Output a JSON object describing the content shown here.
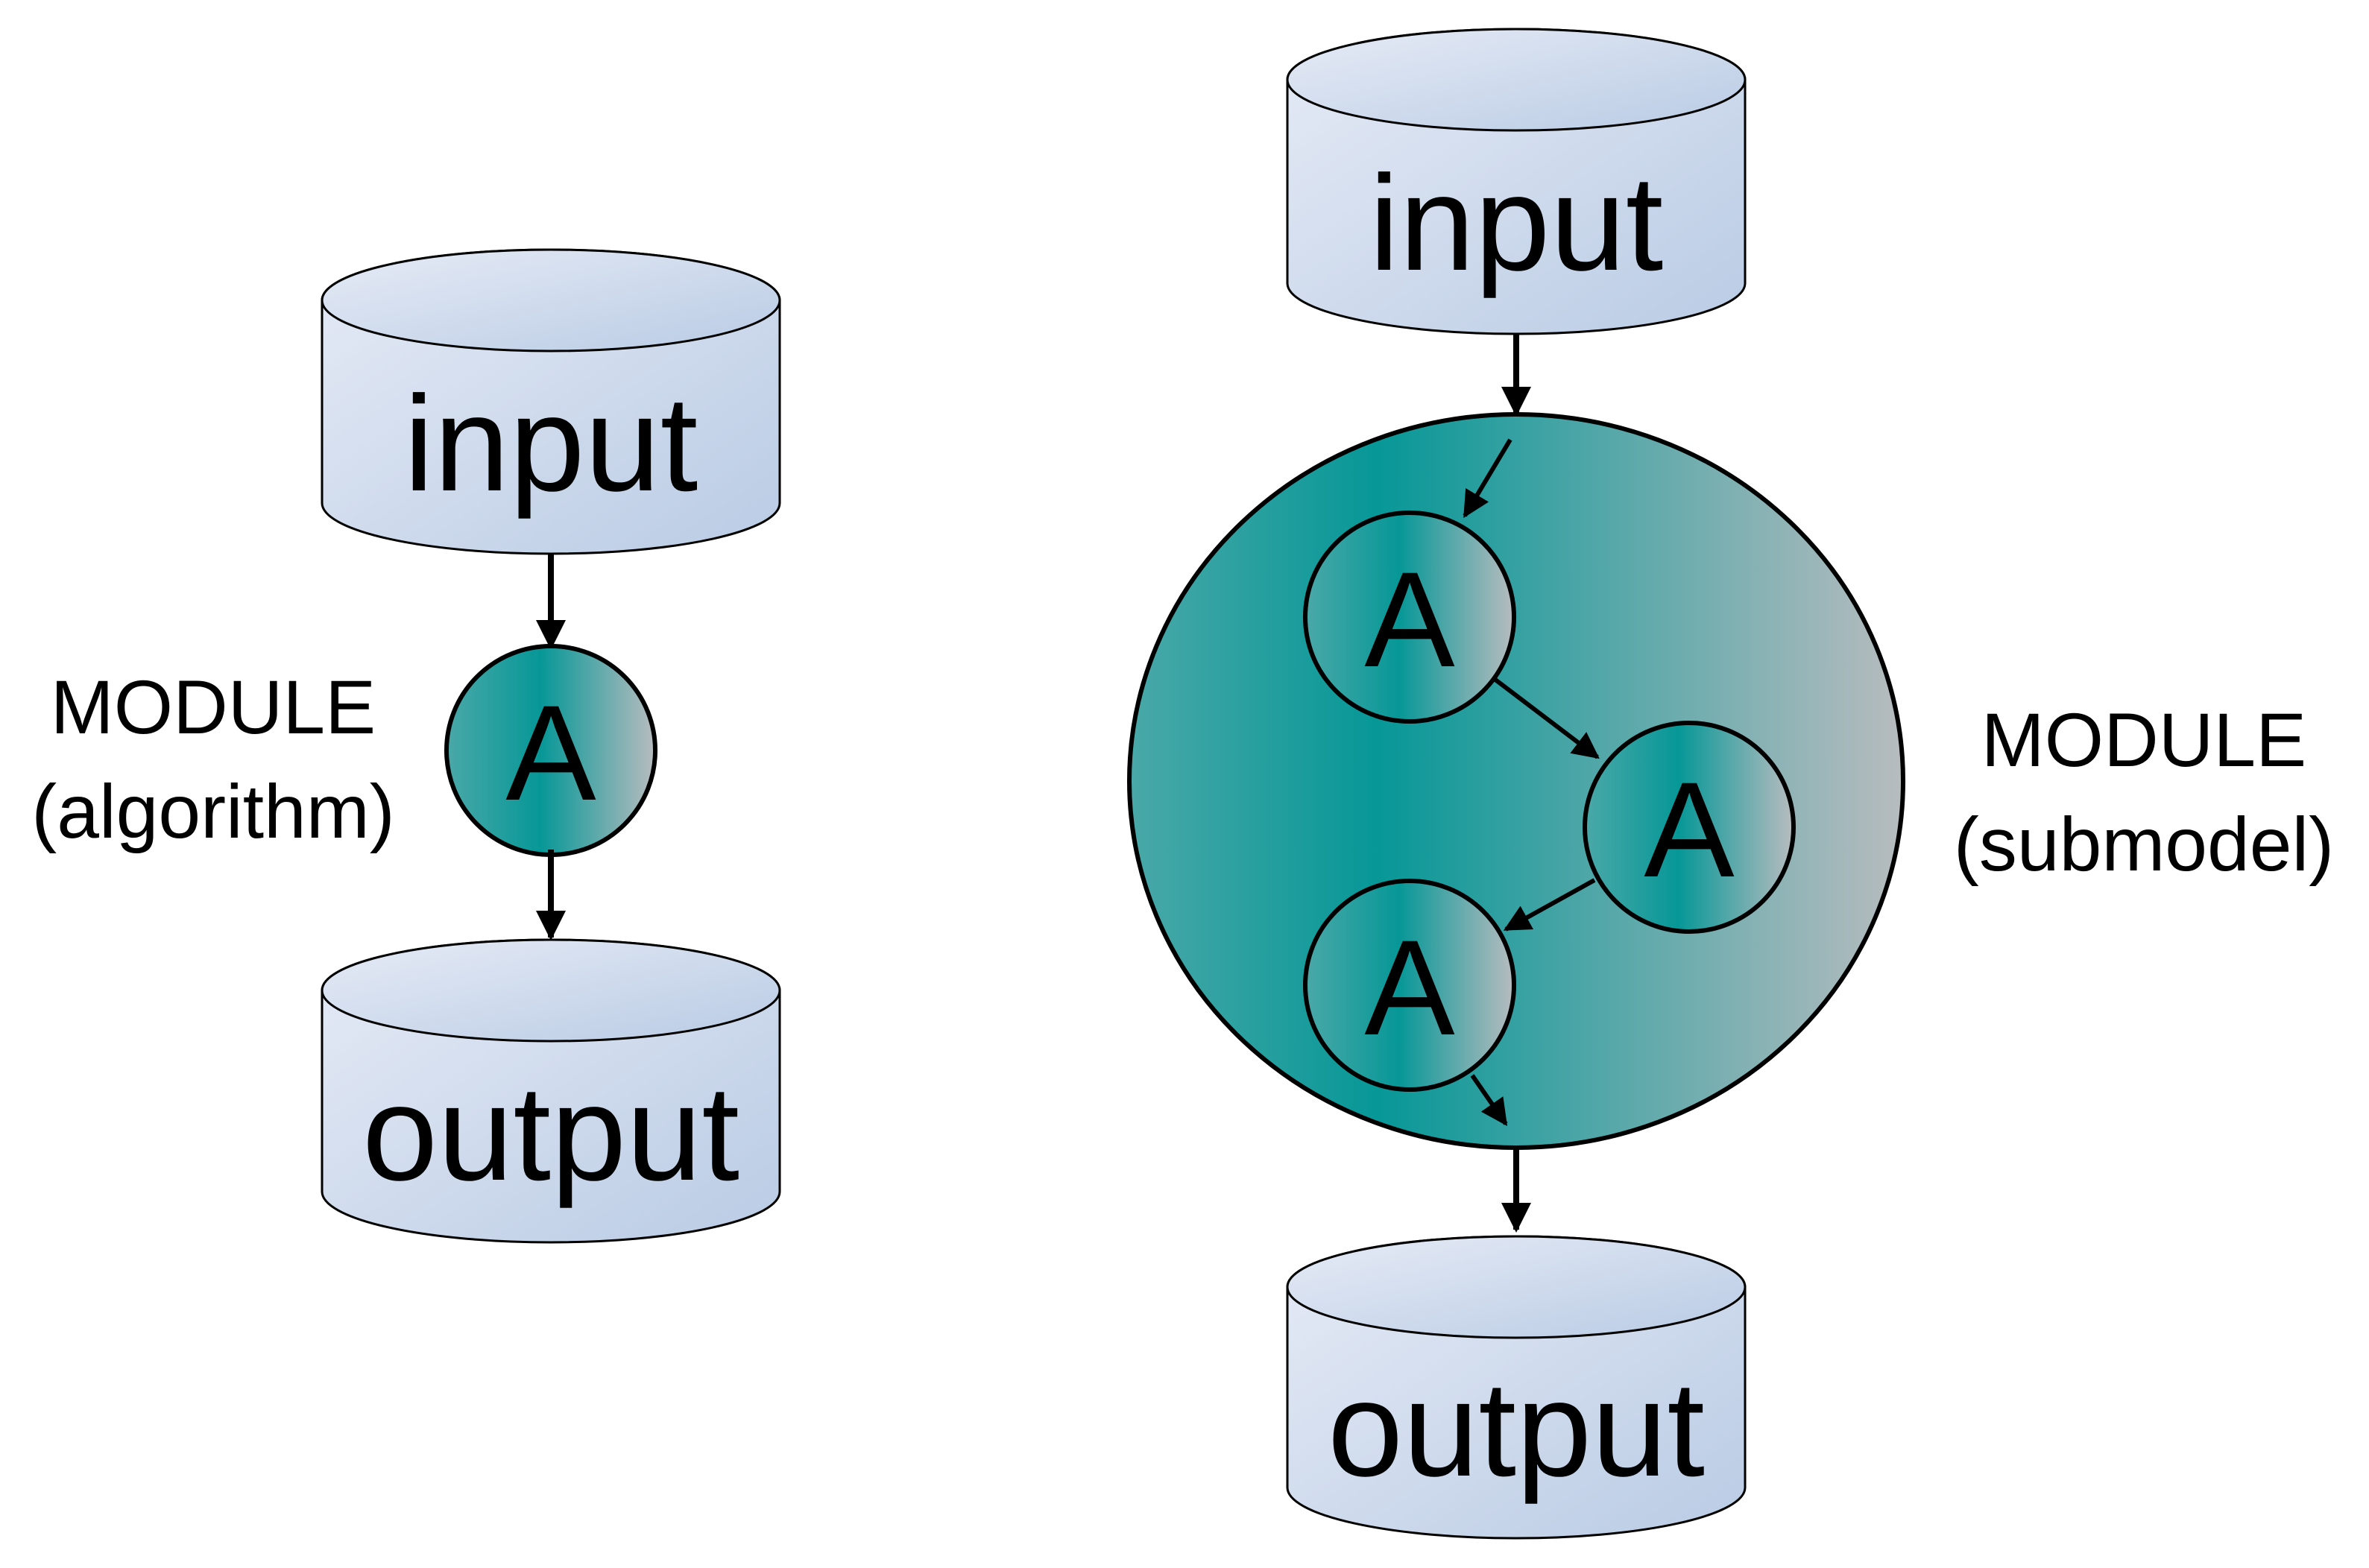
{
  "colors": {
    "cylinder_light": "#e6ebf6",
    "cylinder_dark": "#b9cbe4",
    "teal": "#079797",
    "teal_light_edge": "#4aa8a8",
    "teal_grey_edge": "#b8bcbf",
    "stroke": "#000000",
    "background": "#ffffff"
  },
  "left": {
    "input_label": "input",
    "output_label": "output",
    "node_label": "A",
    "module_title": "MODULE",
    "module_subtitle": "(algorithm)"
  },
  "right": {
    "input_label": "input",
    "output_label": "output",
    "node_labels": [
      "A",
      "A",
      "A"
    ],
    "module_title": "MODULE",
    "module_subtitle": "(submodel)"
  }
}
